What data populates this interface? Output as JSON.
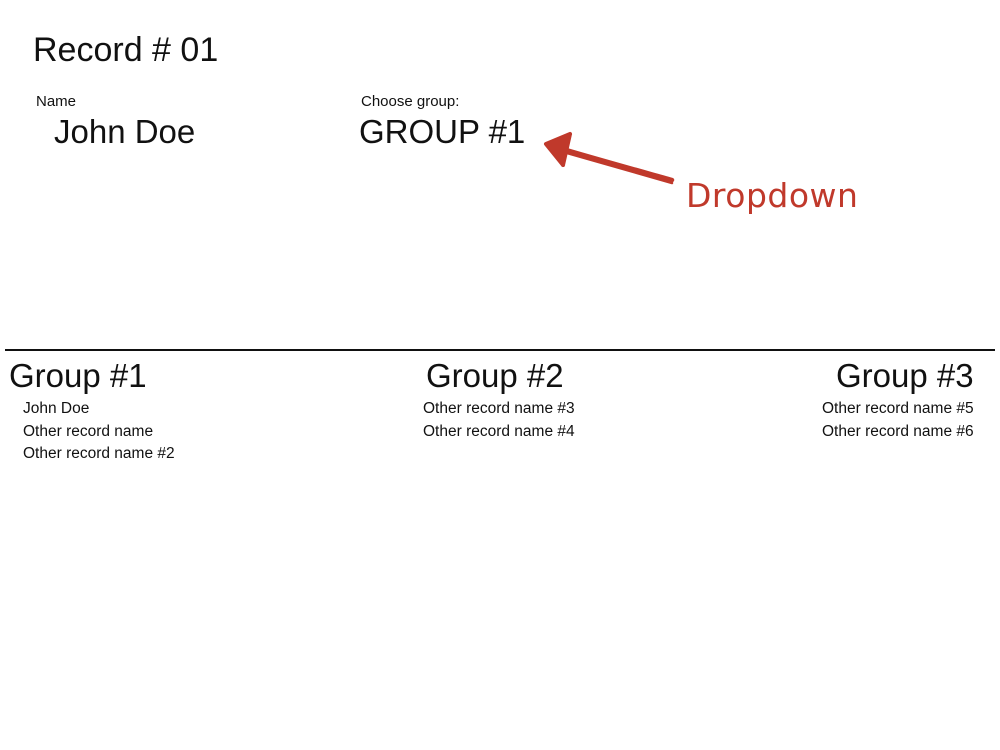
{
  "record": {
    "title": "Record # 01",
    "name_label": "Name",
    "name_value": "John Doe",
    "group_label": "Choose group:",
    "group_value": "GROUP #1"
  },
  "annotation": {
    "text": "Dropdown",
    "color": "#c0392b",
    "arrow_icon": "hand-drawn-arrow-icon"
  },
  "groups": [
    {
      "title": "Group #1",
      "members": [
        "John Doe",
        "Other record name",
        "Other record name #2"
      ]
    },
    {
      "title": "Group #2",
      "members": [
        "Other record name #3",
        "Other record name #4"
      ]
    },
    {
      "title": "Group #3",
      "members": [
        "Other record name #5",
        "Other record name #6"
      ]
    }
  ]
}
